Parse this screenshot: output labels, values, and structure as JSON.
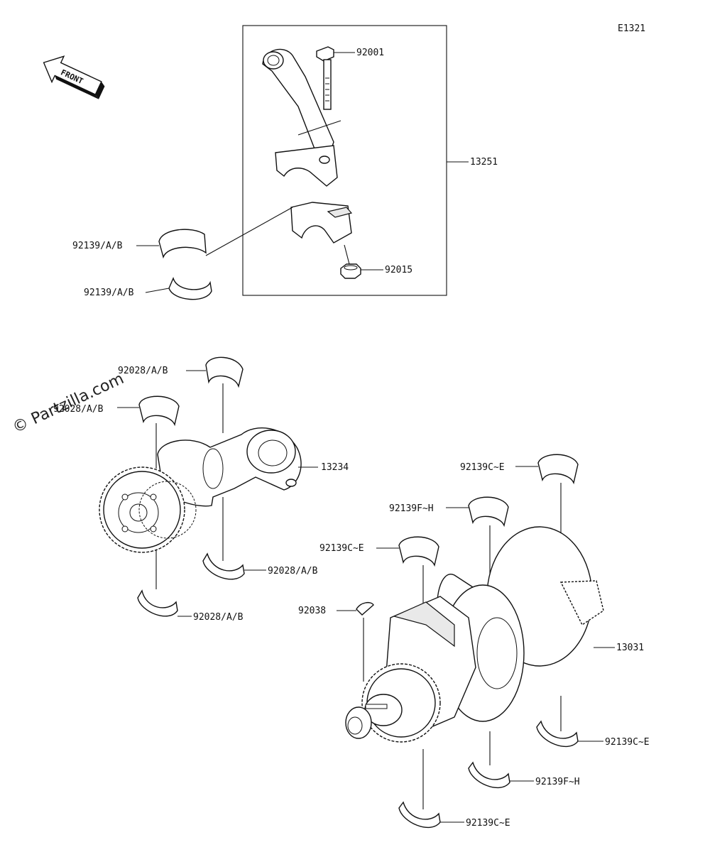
{
  "diagram_id": "E1321",
  "front_label": "FRONT",
  "watermark": "© Partzilla.com",
  "labels": {
    "p92001": "92001",
    "p13251": "13251",
    "p92015": "92015",
    "p92139ab_1": "92139/A/B",
    "p92139ab_2": "92139/A/B",
    "p92028ab_1": "92028/A/B",
    "p92028ab_2": "92028/A/B",
    "p13234": "13234",
    "p92028ab_3": "92028/A/B",
    "p92028ab_4": "92028/A/B",
    "p92139ce_1": "92139C~E",
    "p92139fh_1": "92139F~H",
    "p92139ce_2": "92139C~E",
    "p92038": "92038",
    "p13031": "13031",
    "p92139ce_3": "92139C~E",
    "p92139fh_2": "92139F~H",
    "p92139ce_4": "92139C~E"
  }
}
